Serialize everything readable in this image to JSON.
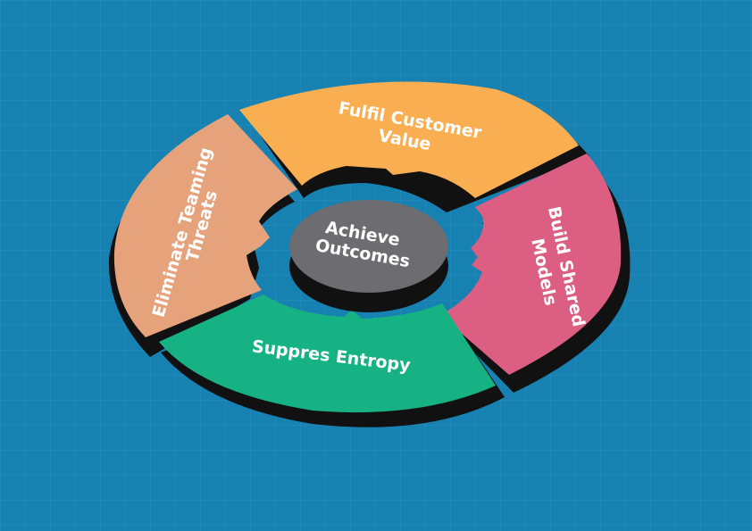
{
  "background": {
    "color": "#1781b1",
    "grid_color": "#2a8fbf"
  },
  "center": {
    "line1": "Achieve",
    "line2": "Outcomes",
    "color": "#6d6c70"
  },
  "segments": [
    {
      "line1": "Fulfil Customer",
      "line2": "Value",
      "color": "#f9ae52"
    },
    {
      "line1": "Build Shared",
      "line2": "Models",
      "color": "#dc5f83"
    },
    {
      "line1": "Suppres Entropy",
      "line2": "",
      "color": "#17b283"
    },
    {
      "line1": "Eliminate Teaming",
      "line2": "Threats",
      "color": "#e6a27a"
    }
  ],
  "shadow_color": "#111111"
}
